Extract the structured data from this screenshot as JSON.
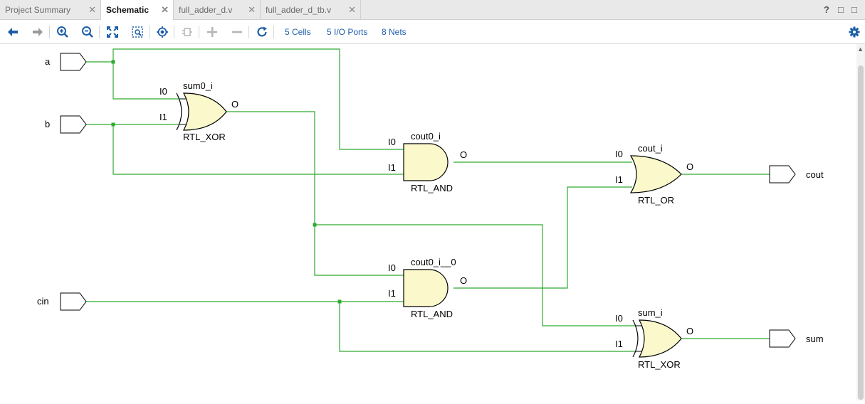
{
  "tabs": [
    {
      "label": "Project Summary",
      "active": false
    },
    {
      "label": "Schematic",
      "active": true
    },
    {
      "label": "full_adder_d.v",
      "active": false
    },
    {
      "label": "full_adder_d_tb.v",
      "active": false
    }
  ],
  "window_controls": {
    "help": "?",
    "restore": "□",
    "maximize": "□"
  },
  "toolbar": {
    "icons": [
      "back-arrow-icon",
      "forward-arrow-icon",
      "zoom-in-icon",
      "zoom-out-icon",
      "fit-icon",
      "zoom-area-icon",
      "locate-icon",
      "collapse-icon",
      "add-icon",
      "remove-icon",
      "refresh-icon",
      "gear-icon"
    ],
    "cells": "5 Cells",
    "io_ports": "5 I/O Ports",
    "nets": "8 Nets"
  },
  "ports": {
    "a": "a",
    "b": "b",
    "cin": "cin",
    "cout": "cout",
    "sum": "sum"
  },
  "gates": {
    "sum0_i": {
      "name": "sum0_i",
      "type": "RTL_XOR",
      "in0": "I0",
      "in1": "I1",
      "out": "O"
    },
    "cout0_i": {
      "name": "cout0_i",
      "type": "RTL_AND",
      "in0": "I0",
      "in1": "I1",
      "out": "O"
    },
    "cout_i": {
      "name": "cout_i",
      "type": "RTL_OR",
      "in0": "I0",
      "in1": "I1",
      "out": "O"
    },
    "cout0_i__0": {
      "name": "cout0_i__0",
      "type": "RTL_AND",
      "in0": "I0",
      "in1": "I1",
      "out": "O"
    },
    "sum_i": {
      "name": "sum_i",
      "type": "RTL_XOR",
      "in0": "I0",
      "in1": "I1",
      "out": "O"
    }
  },
  "colors": {
    "wire": "#2eaa2e",
    "gate_fill": "#fbf8cc",
    "link": "#1f5fb0"
  }
}
